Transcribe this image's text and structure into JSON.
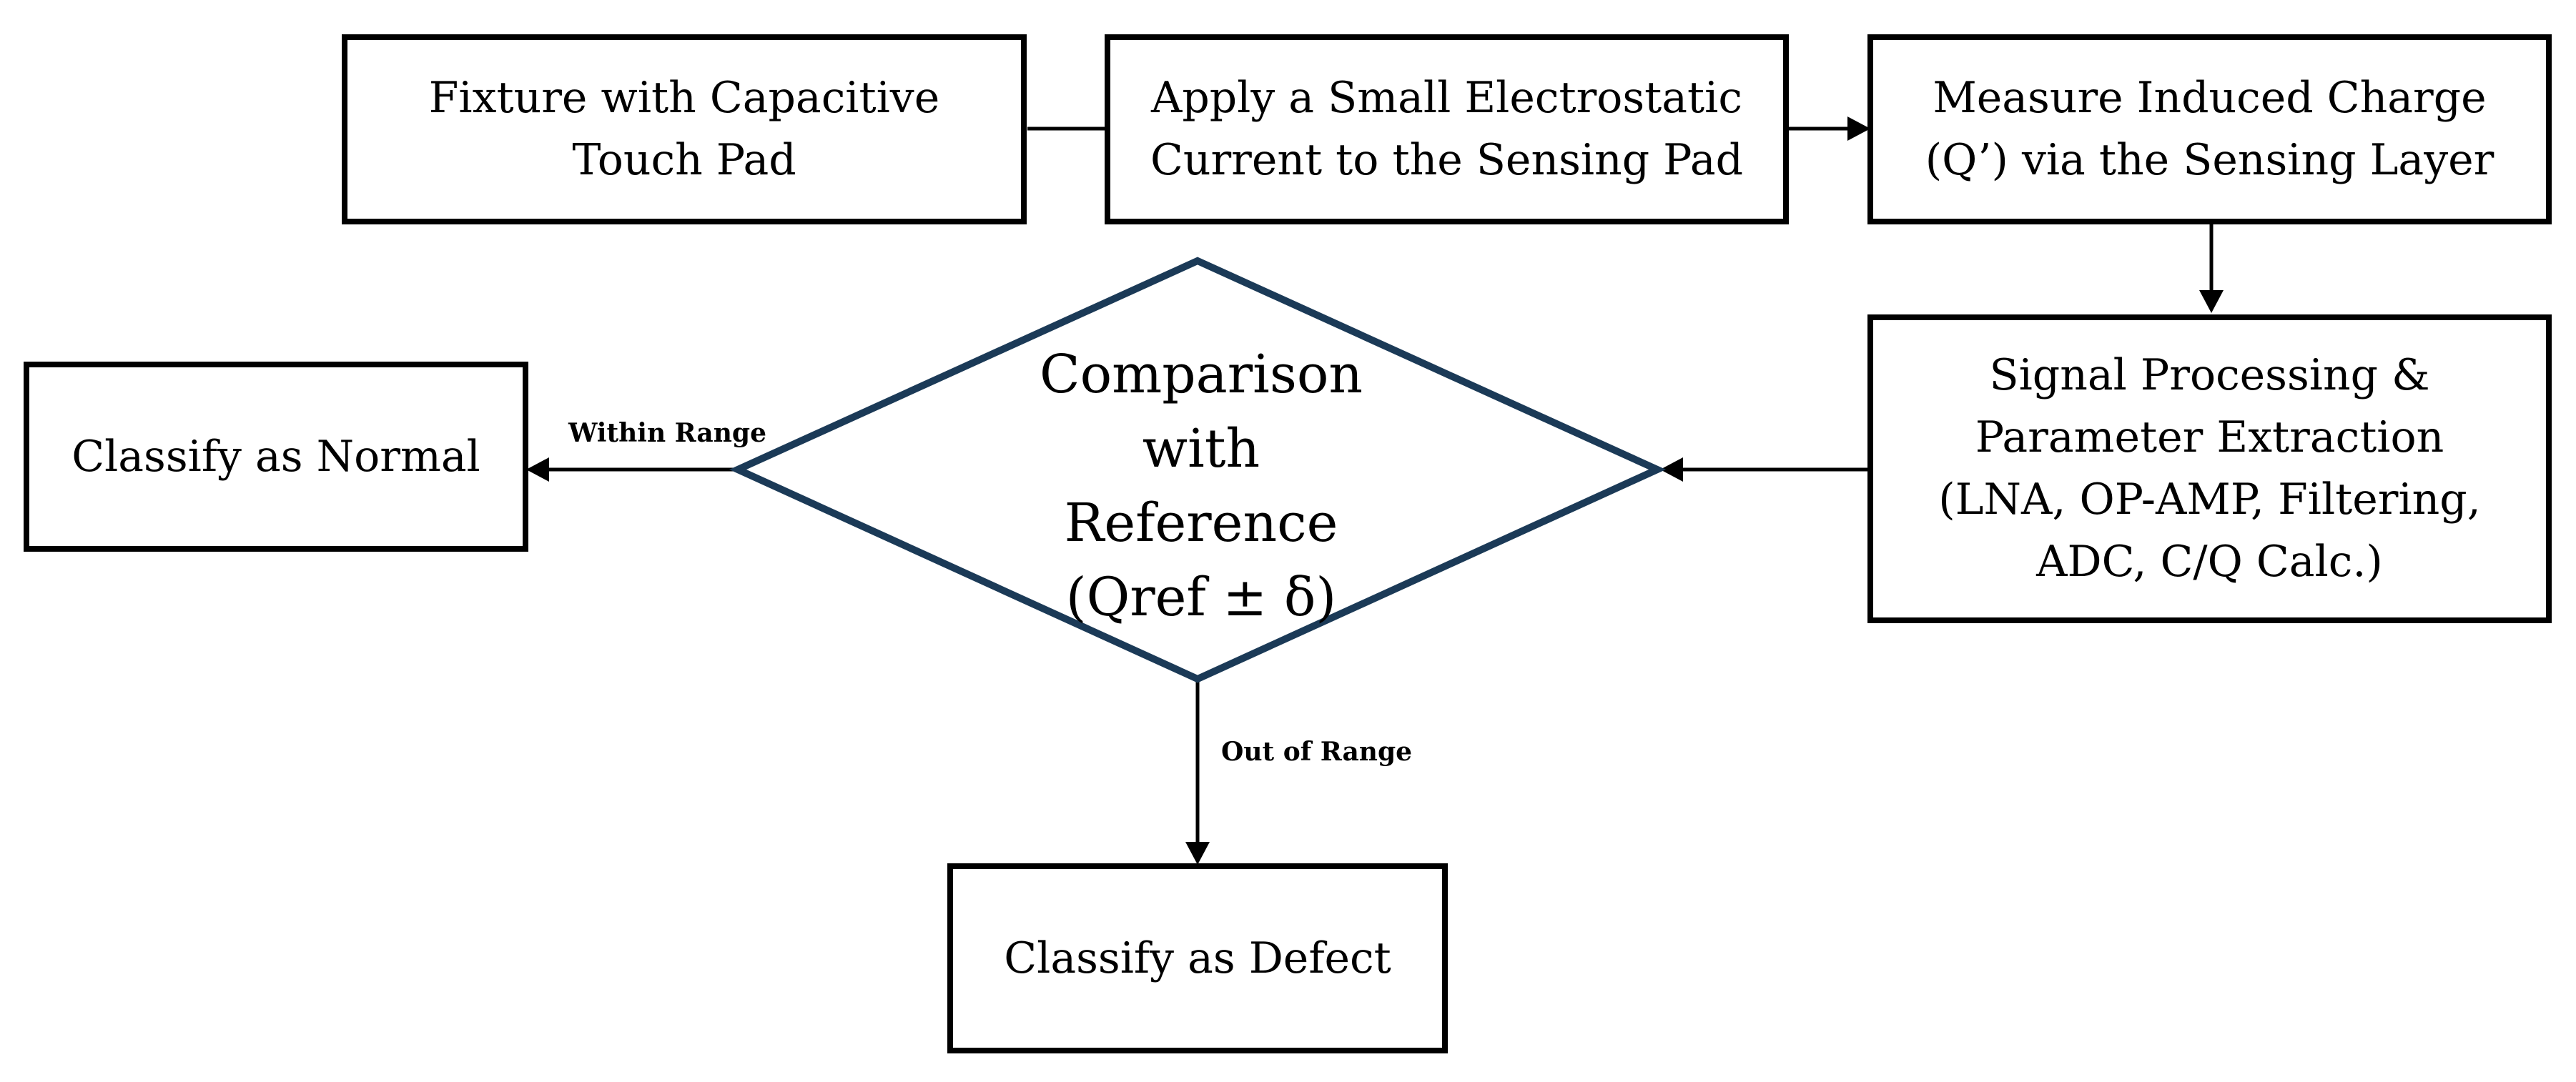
{
  "diagram": {
    "nodes": {
      "fixture": "Fixture with Capacitive\nTouch Pad",
      "apply_current": "Apply a Small Electrostatic\nCurrent to the Sensing Pad",
      "measure_charge": "Measure Induced Charge\n(Q’) via the Sensing Layer",
      "signal_processing": "Signal Processing &\nParameter Extraction\n(LNA, OP-AMP, Filtering,\nADC, C/Q Calc.)",
      "comparison": "Comparison\nwith\nReference\n(Qref ± δ)",
      "normal": "Classify as Normal",
      "defect": "Classify as Defect"
    },
    "edge_labels": {
      "within_range": "Within Range",
      "out_of_range": "Out of Range"
    },
    "colors": {
      "box_border": "#000000",
      "decision_border": "#1b3a57",
      "arrow": "#000000",
      "background": "#ffffff"
    }
  }
}
